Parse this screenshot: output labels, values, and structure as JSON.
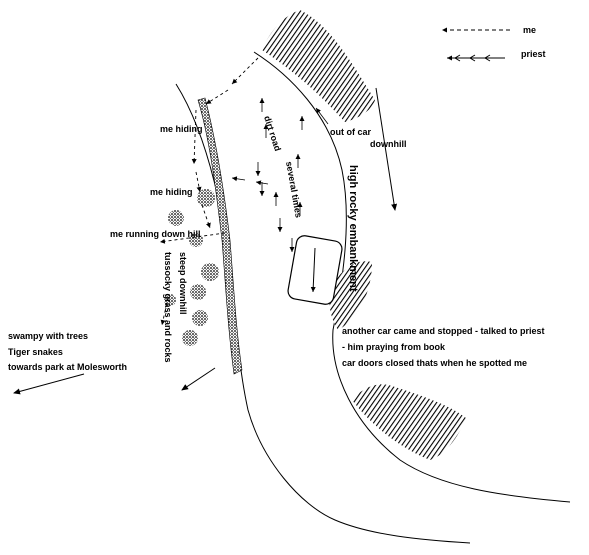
{
  "legend": {
    "me": "me",
    "priest": "priest"
  },
  "labels": {
    "me_hiding_1": "me hiding",
    "me_hiding_2": "me hiding",
    "me_running": "me running down hill",
    "dirt_road": "dirt road",
    "several_times": "several times",
    "out_of_car": "out of car",
    "downhill": "downhill",
    "high_rocky": "high rocky embankment",
    "steep_downhill": "steep downhill",
    "tussocky": "tussocky grass and rocks",
    "swampy": "swampy with trees",
    "tiger_snakes": "Tiger snakes",
    "towards_park": "towards park at Molesworth",
    "another_car": "another car came and stopped - talked to priest",
    "praying": "- him praying from book",
    "doors_closed": "car doors closed  thats when he spotted me"
  },
  "colors": {
    "ink": "#000000",
    "shade": "#1a1a1a"
  }
}
